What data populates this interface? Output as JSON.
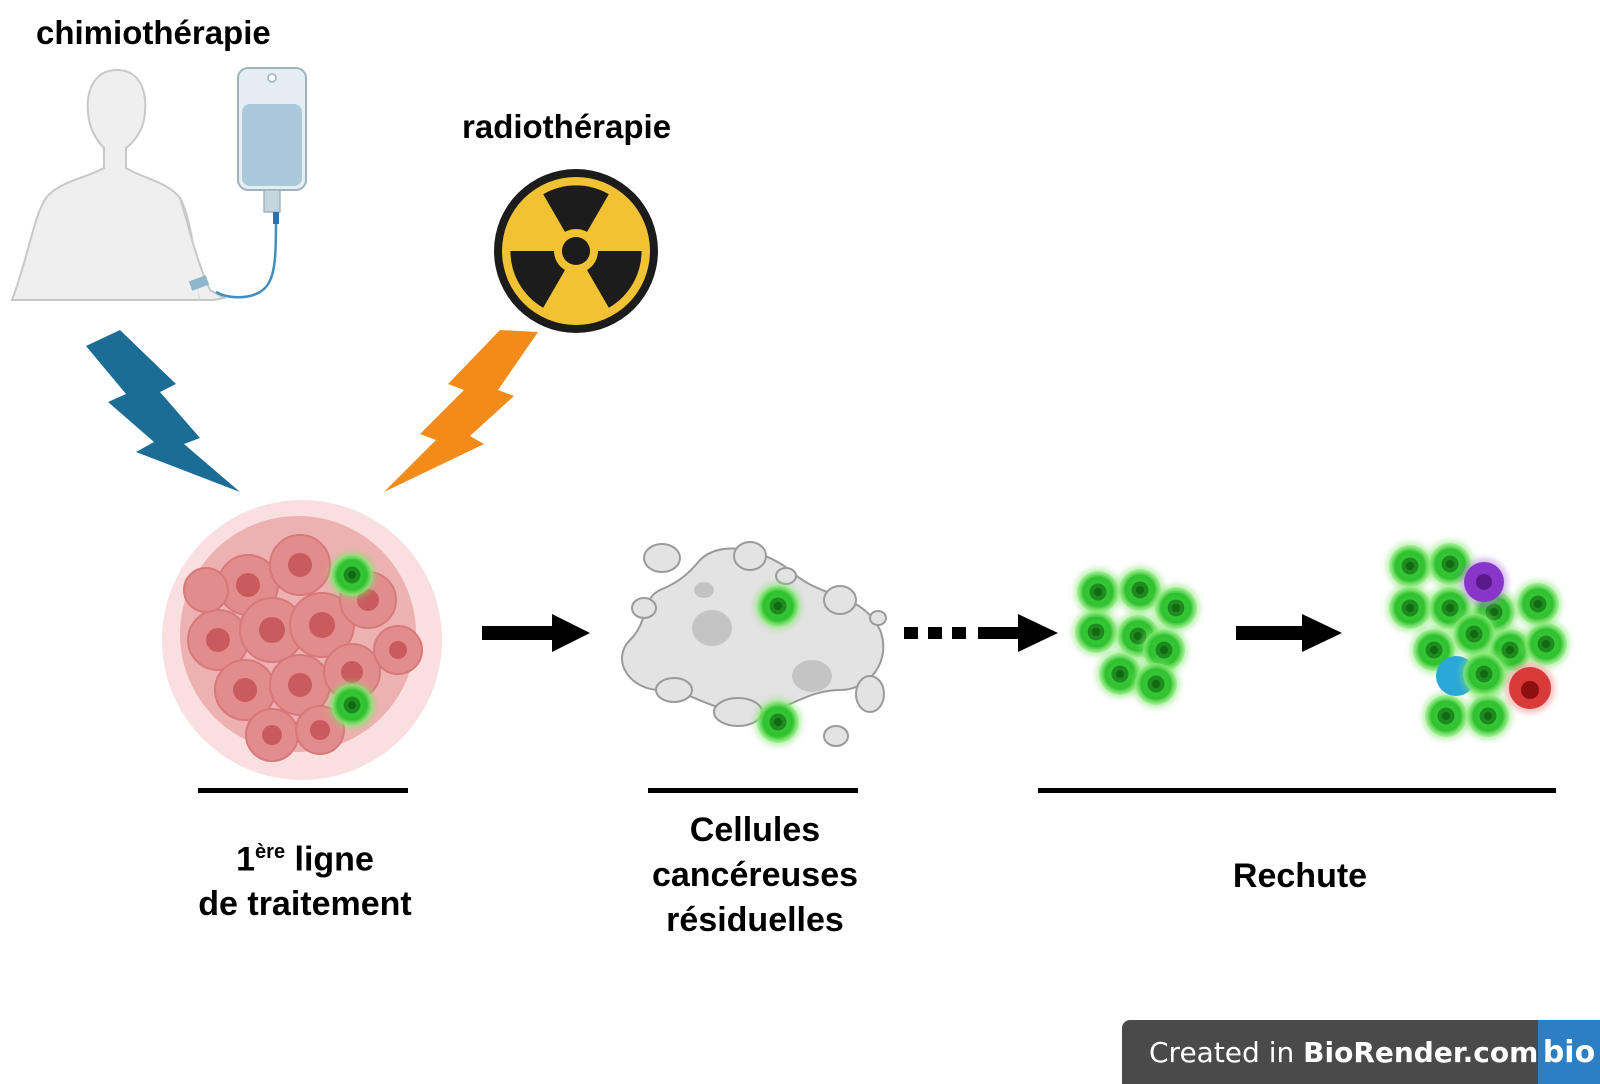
{
  "labels": {
    "chemo": "chimiothérapie",
    "radio": "radiothérapie"
  },
  "captions": {
    "first_line_num": "1",
    "first_line_sup": "ère",
    "first_line_rest": " ligne",
    "first_line_2": "de traitement",
    "residual_1": "Cellules",
    "residual_2": "cancéreuses",
    "residual_3": "résiduelles",
    "relapse": "Rechute"
  },
  "watermark": {
    "prefix": "Created in ",
    "brand": "BioRender.com",
    "logo": "bio"
  },
  "icons": [
    "human-body-icon",
    "iv-bag-icon",
    "radiation-icon",
    "lightning-bolt-icon",
    "arrow-right-icon"
  ],
  "colors": {
    "chemo_bolt": "#1c6d96",
    "radio_bolt": "#f28b1a",
    "radiation_yellow": "#f0c234",
    "tumor_pink": "#e38c8e",
    "cell_green": "#35c53a",
    "cell_purple": "#8a35c9",
    "cell_red": "#d83a3a",
    "cell_blue": "#2aa8d8"
  }
}
